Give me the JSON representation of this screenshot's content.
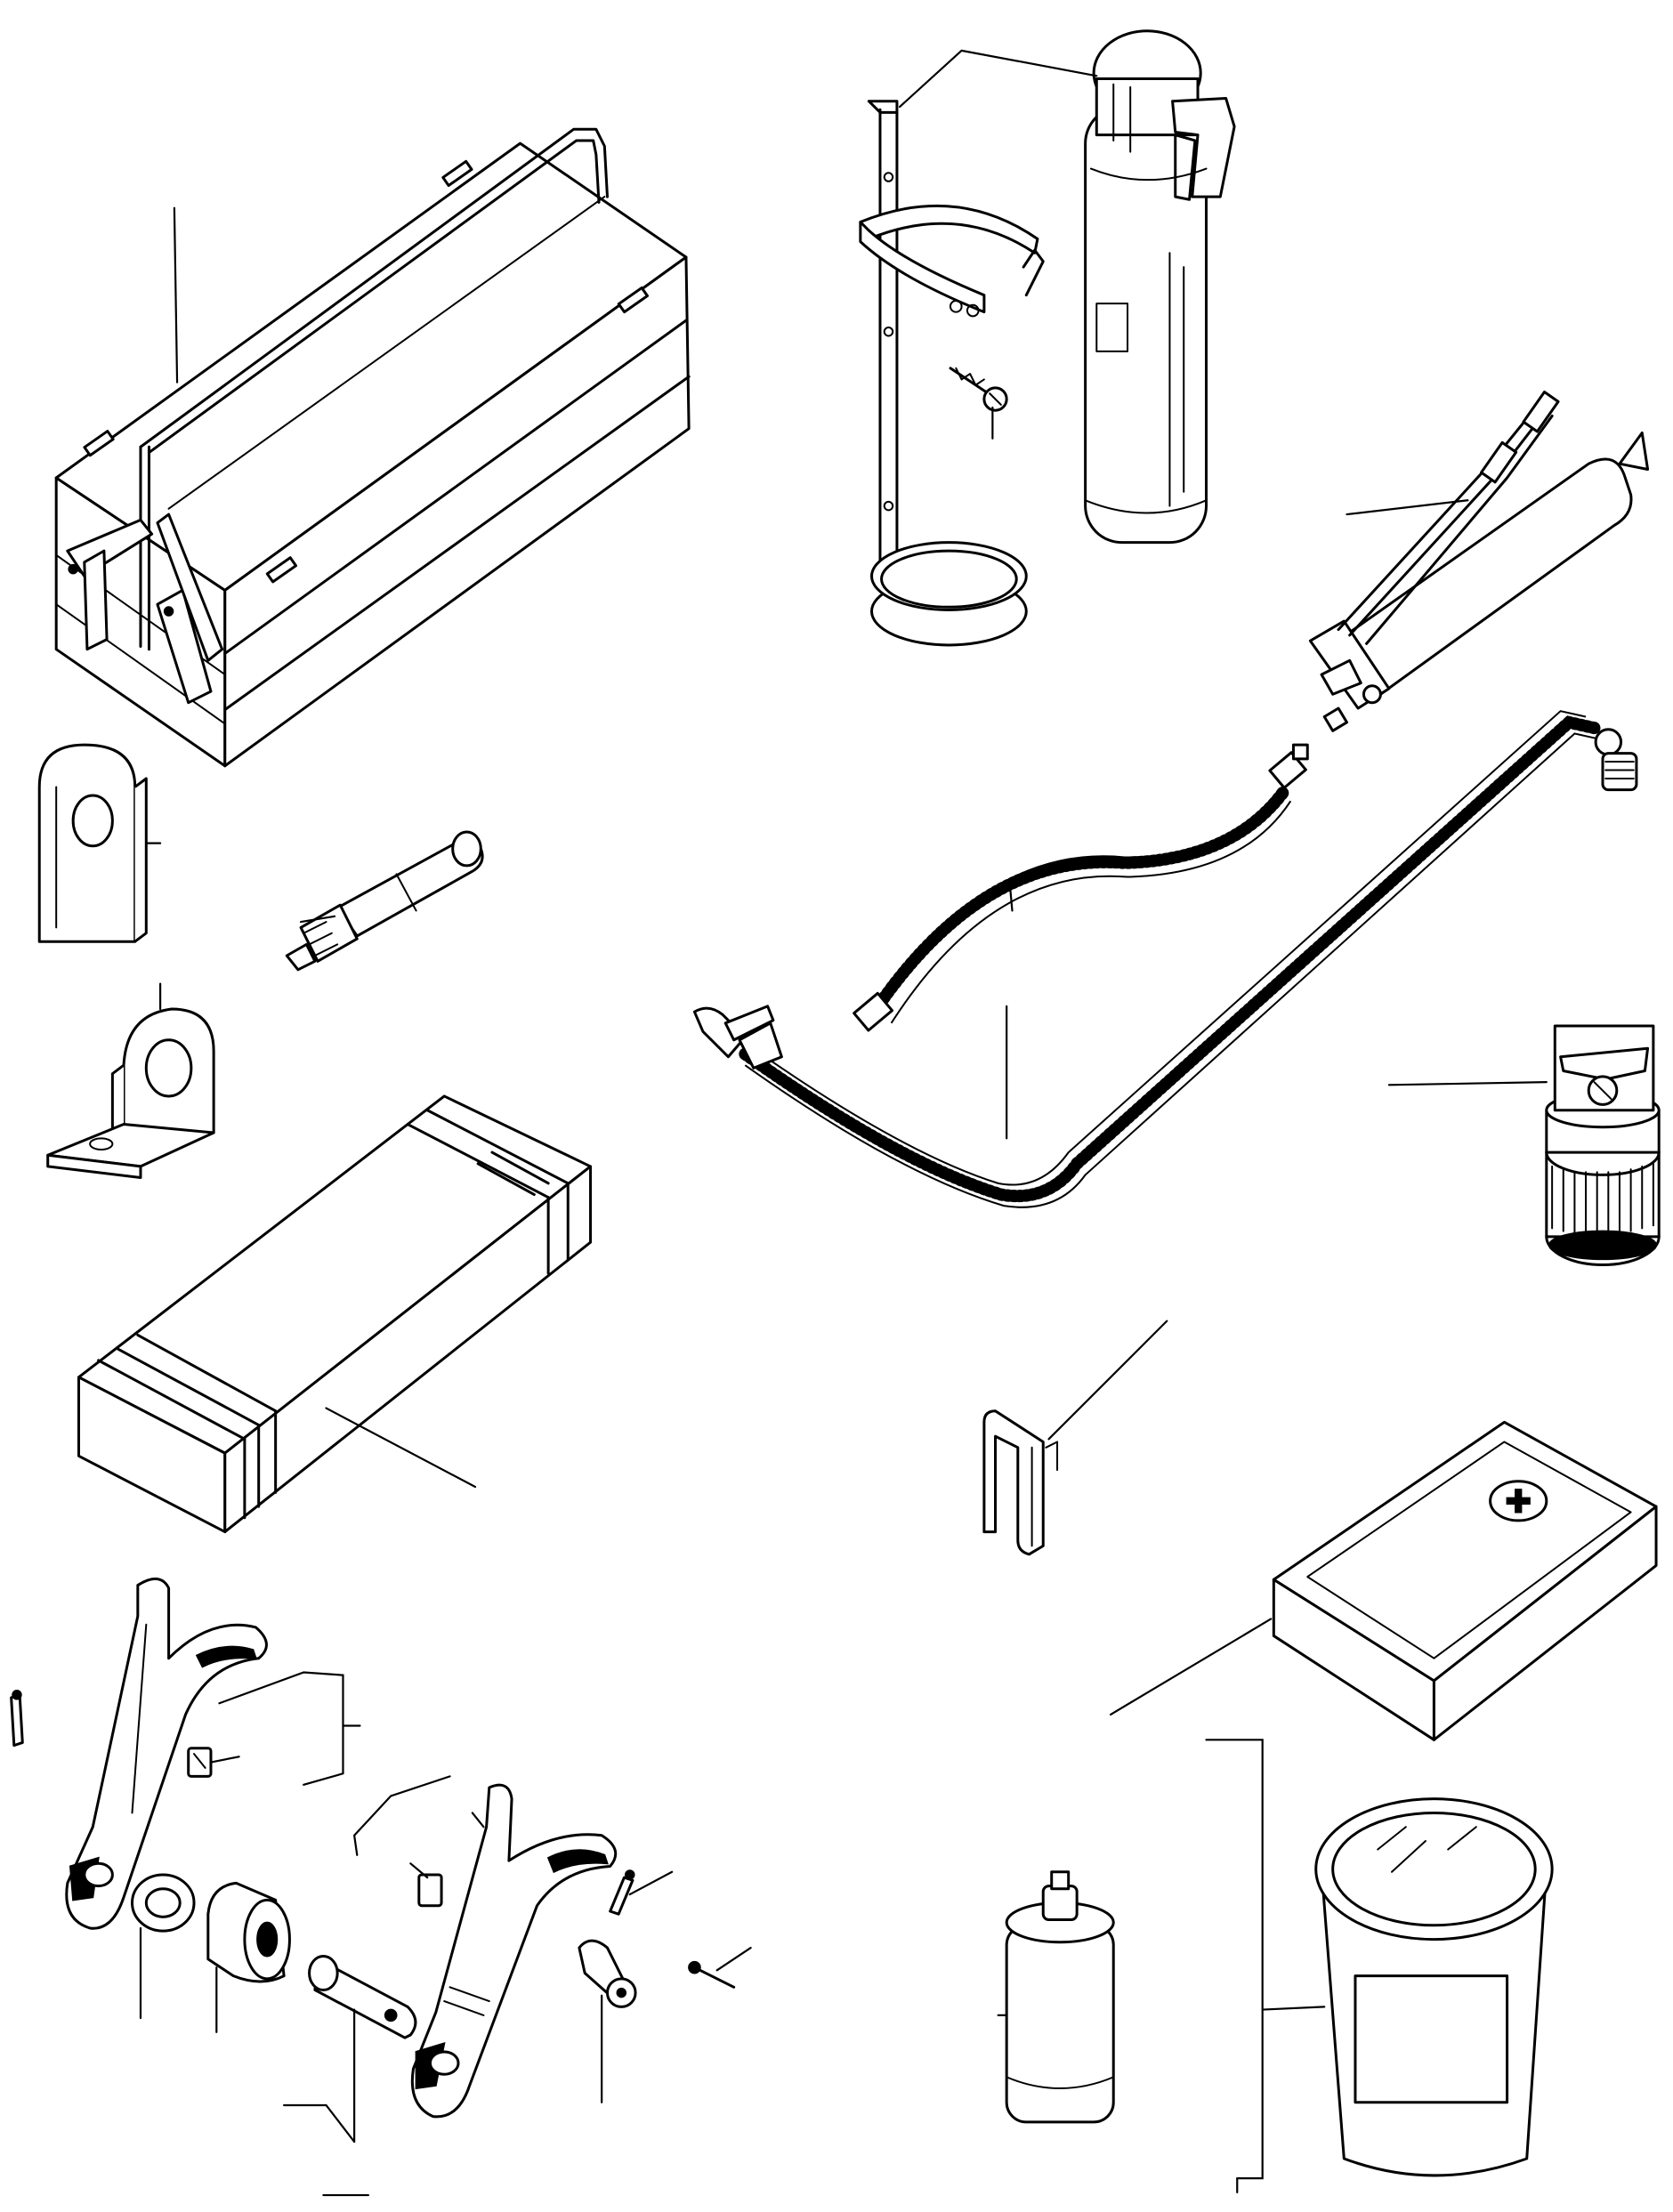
{
  "colors": {
    "ink": "#000000",
    "paper": "#ffffff"
  },
  "parts": [
    {
      "id": "tool-box",
      "icon": "tool-box-icon"
    },
    {
      "id": "fire-extinguisher",
      "icon": "fire-extinguisher-icon"
    },
    {
      "id": "extinguisher-bracket",
      "icon": "bracket-icon"
    },
    {
      "id": "bracket-screw",
      "icon": "screw-icon"
    },
    {
      "id": "grease-gun",
      "icon": "grease-gun-icon"
    },
    {
      "id": "grease-hose-short",
      "icon": "hose-icon"
    },
    {
      "id": "grease-hose-long",
      "icon": "hose-icon"
    },
    {
      "id": "lifting-eye-plate",
      "icon": "lifting-eye-icon"
    },
    {
      "id": "pin-punch",
      "icon": "punch-icon"
    },
    {
      "id": "angle-lifting-eye",
      "icon": "angle-bracket-icon"
    },
    {
      "id": "wooden-block",
      "icon": "block-icon"
    },
    {
      "id": "oil-can",
      "icon": "oil-can-icon"
    },
    {
      "id": "spring-clip",
      "icon": "clip-icon"
    },
    {
      "id": "first-aid-kit",
      "icon": "first-aid-icon"
    },
    {
      "id": "towing-fork-left",
      "icon": "fork-icon"
    },
    {
      "id": "towing-fork-right",
      "icon": "fork-icon"
    },
    {
      "id": "washer",
      "icon": "washer-icon"
    },
    {
      "id": "bushing",
      "icon": "bushing-icon"
    },
    {
      "id": "pin",
      "icon": "pin-icon"
    },
    {
      "id": "cotter-pin",
      "icon": "cotter-pin-icon"
    },
    {
      "id": "retainer",
      "icon": "retainer-icon"
    },
    {
      "id": "grease-cartridge",
      "icon": "cartridge-icon"
    },
    {
      "id": "grease-tin",
      "icon": "tin-icon"
    }
  ]
}
